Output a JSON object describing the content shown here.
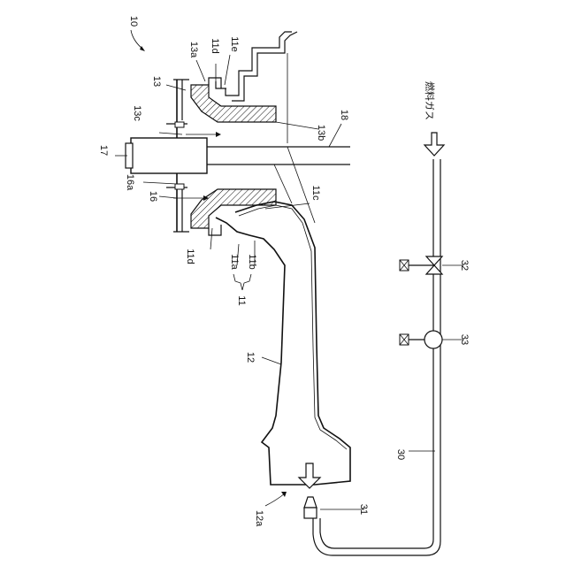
{
  "labels": {
    "fig_ref": "10",
    "l13a": "13a",
    "l11d_top": "11d",
    "l11e": "11e",
    "l13": "13",
    "l13c": "13c",
    "l13b": "13b",
    "l18": "18",
    "l17": "17",
    "l16a": "16a",
    "l16": "16",
    "l11c": "11c",
    "l11d_bot": "11d",
    "l11a": "11a",
    "l11b": "11b",
    "l11": "11",
    "l12": "12",
    "l12a": "12a",
    "l31": "31",
    "l30": "30",
    "l32": "32",
    "l33": "33",
    "fuel_gas": "燃料ガス"
  }
}
